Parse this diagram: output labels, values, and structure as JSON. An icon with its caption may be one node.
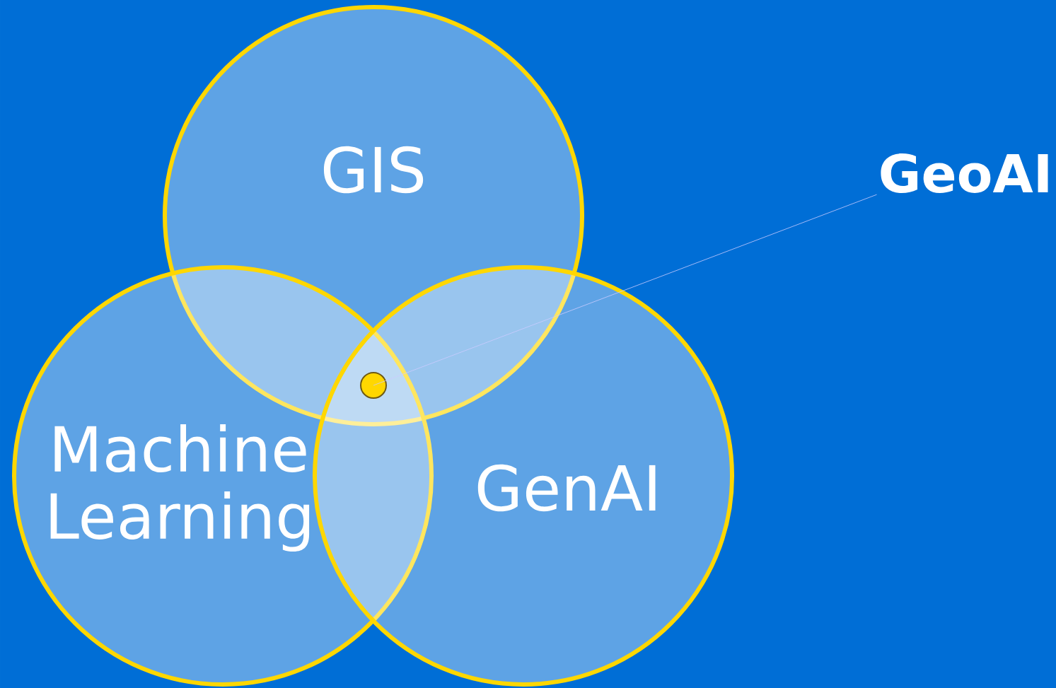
{
  "diagram": {
    "nodes": [
      {
        "text": [
          "GIS"
        ]
      },
      {
        "text": [
          "Machine Learning"
        ]
      },
      {
        "text": [
          "GenAI"
        ]
      },
      {
        "text": [],
        "shape": "circle"
      },
      {
        "text": [
          "GeoAI"
        ]
      }
    ],
    "edges": [
      {
        "from": 4,
        "to": 3,
        "arrow": "none"
      }
    ]
  }
}
